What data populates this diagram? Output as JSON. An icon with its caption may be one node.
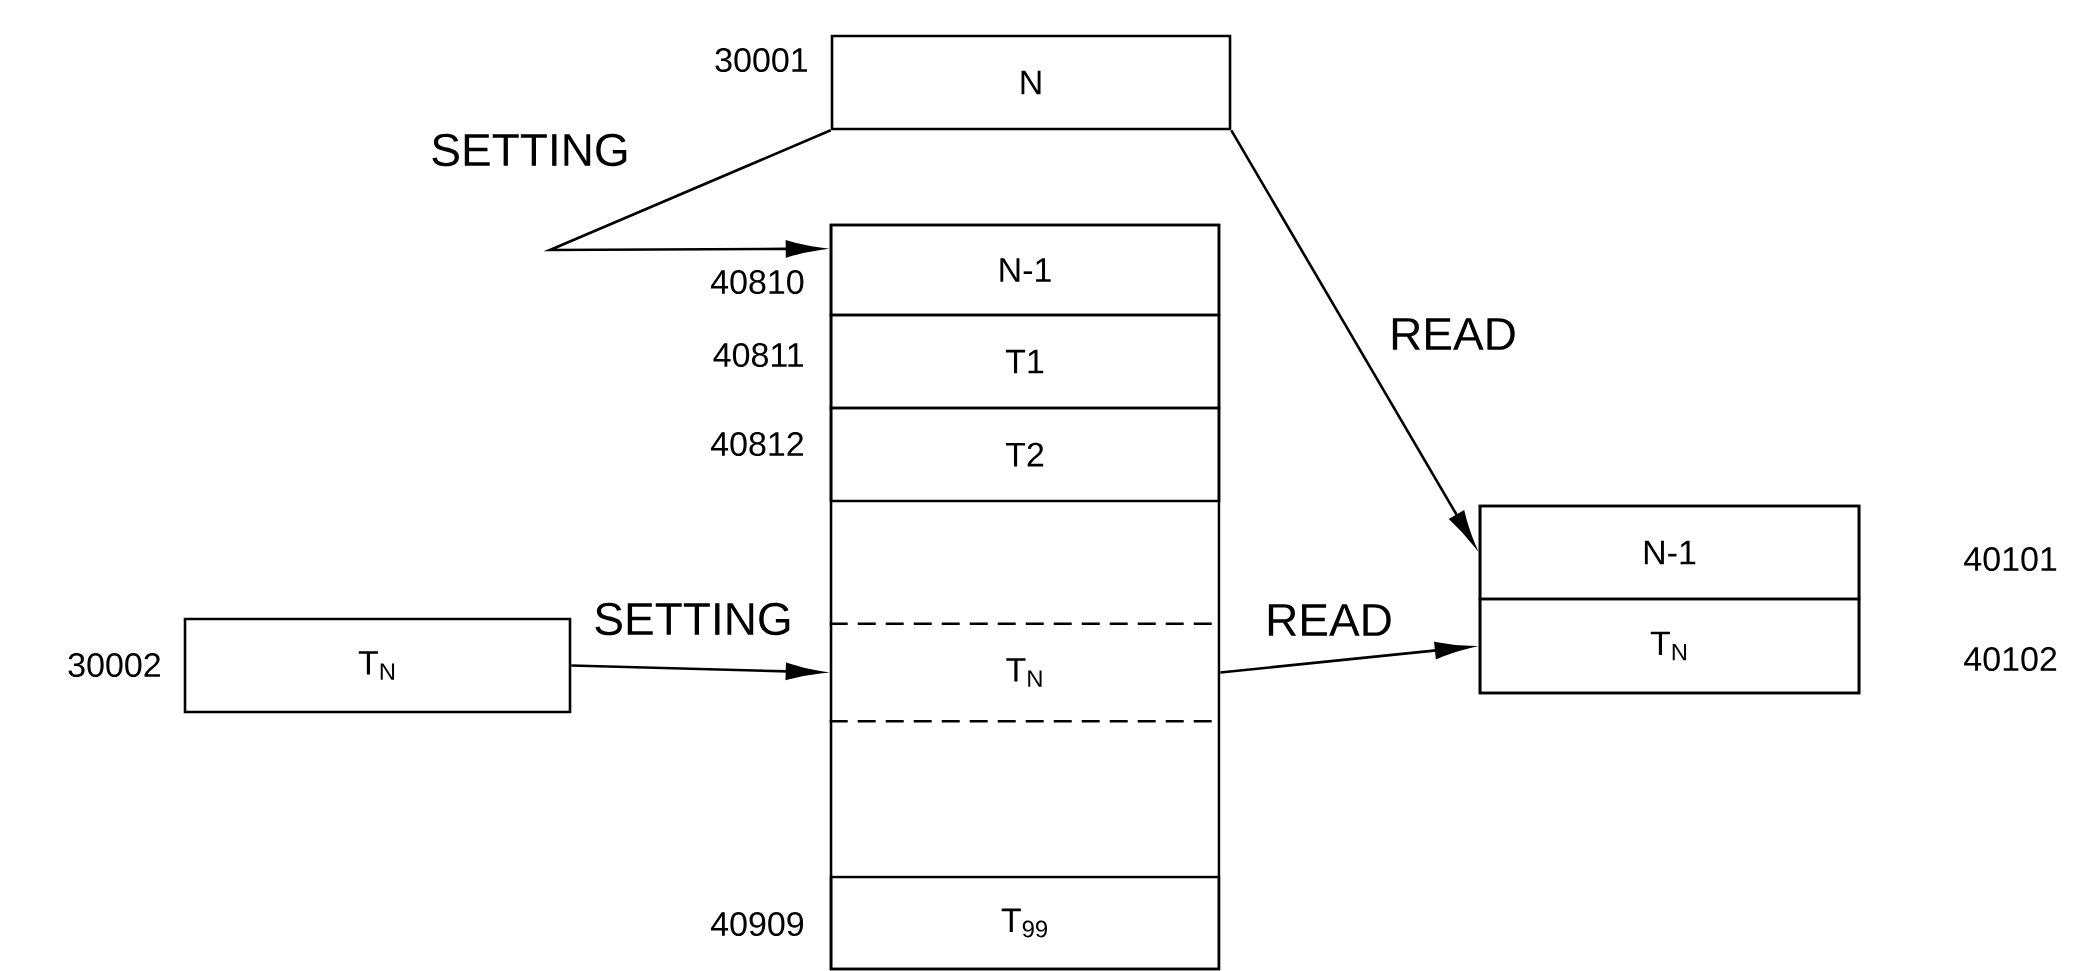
{
  "diagram": {
    "nodes": [
      {
        "text": [
          "N"
        ],
        "beside": [
          "30001"
        ]
      },
      {
        "text": [],
        "shape": "box"
      },
      {
        "text": [
          "N-1"
        ],
        "in": 1,
        "beside": [
          "40810"
        ]
      },
      {
        "text": [
          "T1"
        ],
        "in": 1,
        "beside": [
          "40811"
        ]
      },
      {
        "text": [
          "T2"
        ],
        "in": 1,
        "beside": [
          "40812"
        ]
      },
      {
        "text": [
          "T$_{N}$"
        ],
        "in": 1
      },
      {
        "text": [
          "T$_{99}$"
        ],
        "in": 1,
        "beside": [
          "40909"
        ]
      },
      {
        "text": [],
        "shape": "box"
      },
      {
        "text": [
          "N-1"
        ],
        "in": 7,
        "beside": [
          "40101"
        ]
      },
      {
        "text": [
          "T$_{N}$"
        ],
        "in": 7,
        "beside": [
          "40102"
        ]
      },
      {
        "text": [
          "T$_{N}$"
        ],
        "beside": [
          "30002"
        ]
      }
    ],
    "edges": [
      {
        "from": 0,
        "to": 2,
        "arrow": "to",
        "label": "SETTING"
      },
      {
        "from": 10,
        "to": 5,
        "arrow": "to",
        "label": "SETTING"
      },
      {
        "from": 0,
        "to": 8,
        "arrow": "to",
        "label": "READ"
      },
      {
        "from": 5,
        "to": 9,
        "arrow": "to",
        "label": "READ"
      }
    ]
  }
}
